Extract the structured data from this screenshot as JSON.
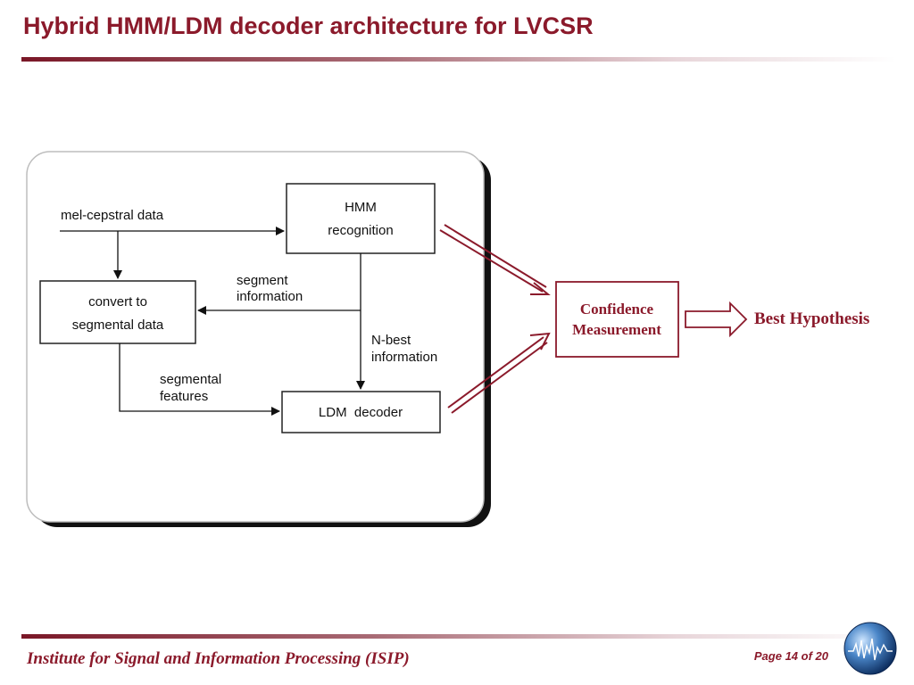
{
  "slide": {
    "title": "Hybrid HMM/LDM decoder architecture for LVCSR"
  },
  "diagram": {
    "nodes": {
      "hmm": {
        "line1": "HMM",
        "line2": "recognition"
      },
      "convert": {
        "line1": "convert to",
        "line2": "segmental data"
      },
      "ldm": {
        "label": "LDM  decoder"
      },
      "confidence": {
        "line1": "Confidence",
        "line2": "Measurement"
      }
    },
    "edges": {
      "mel_cepstral": "mel-cepstral data",
      "segment_info": {
        "line1": "segment",
        "line2": "information"
      },
      "nbest_info": {
        "line1": "N-best",
        "line2": "information"
      },
      "segmental_features": {
        "line1": "segmental",
        "line2": "features"
      }
    },
    "output": "Best Hypothesis",
    "accent_color": "#8b1a2b"
  },
  "footer": {
    "institute": "Institute for Signal and Information Processing (ISIP)",
    "page": "Page 14 of 20"
  }
}
